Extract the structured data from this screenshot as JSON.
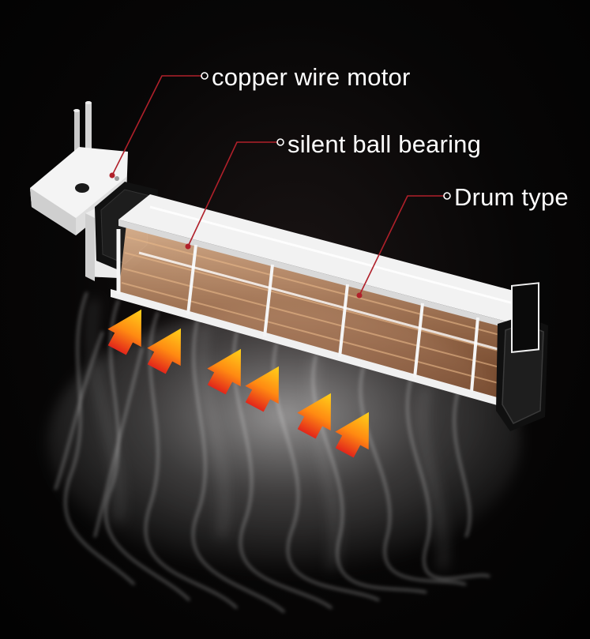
{
  "callouts": {
    "motor": "copper wire motor",
    "bearing": "silent ball bearing",
    "drum": "Drum type"
  },
  "colors": {
    "background": "#050505",
    "callout_line": "#b0202a",
    "label_text": "#ffffff",
    "frame": "#f2f2f2",
    "heat_arrow_top": "#ffd21a",
    "heat_arrow_bottom": "#e2261a"
  },
  "icons": {
    "heat_arrows": "heat-arrow-icon",
    "airflow": "airflow-smoke"
  }
}
